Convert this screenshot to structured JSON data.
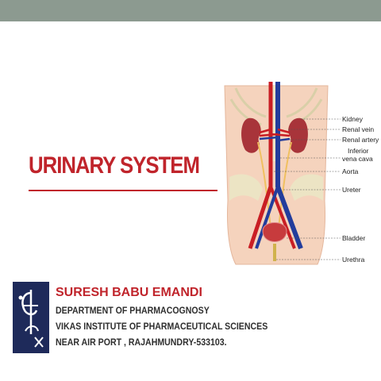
{
  "slide": {
    "title": "URINARY SYSTEM"
  },
  "diagram": {
    "labels": {
      "kidney": "Kidney",
      "renal_vein": "Renal vein",
      "renal_artery": "Renal artery",
      "ivc_line1": "Inferior",
      "ivc_line2": "vena cava",
      "aorta": "Aorta",
      "ureter": "Ureter",
      "bladder": "Bladder",
      "urethra": "Urethra"
    }
  },
  "author": {
    "name": "SURESH BABU EMANDI",
    "department": "DEPARTMENT OF PHARMACOGNOSY",
    "institute": "VIKAS INSTITUTE OF PHARMACEUTICAL SCIENCES",
    "address": "NEAR AIR PORT , RAJAHMUNDRY-533103."
  },
  "colors": {
    "accent_red": "#c0242b",
    "top_bar": "#8c9a90",
    "logo_navy": "#1e2a5a"
  }
}
